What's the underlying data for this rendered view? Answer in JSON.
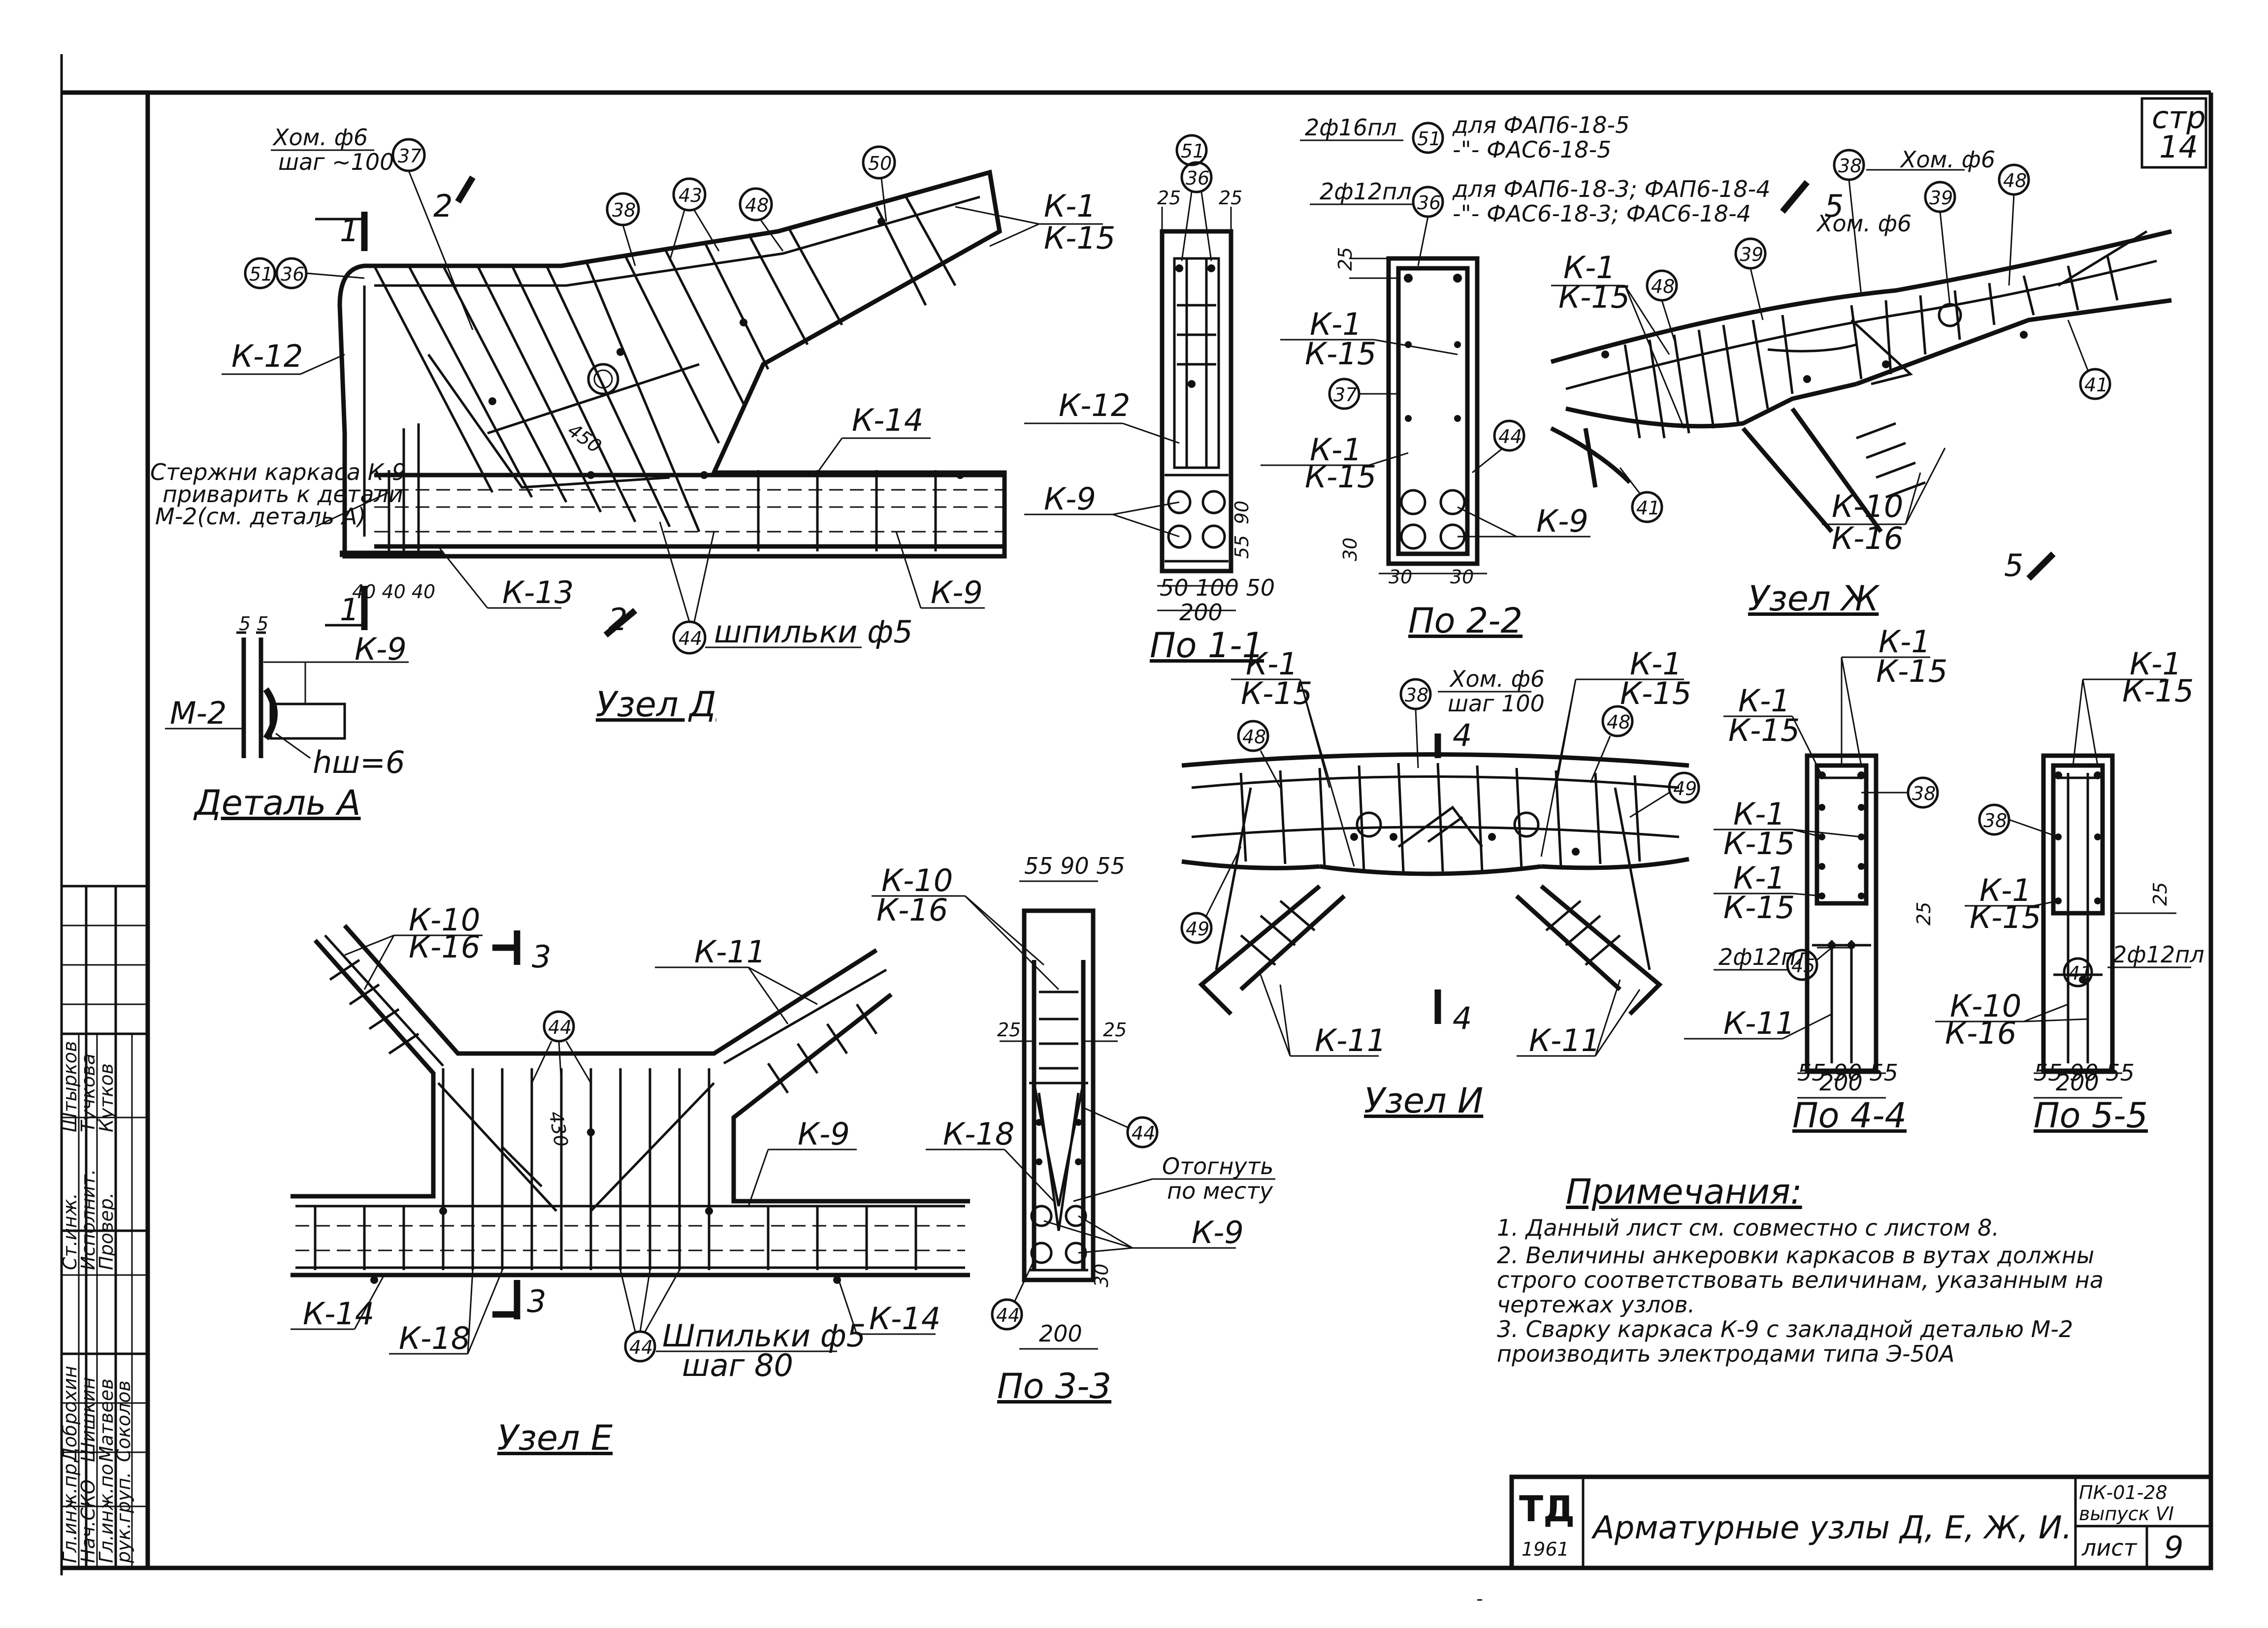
{
  "sheet": {
    "number_label": "стр",
    "number": "14",
    "drawing_title": "Арматурные узлы Д, Е, Ж, И.",
    "stamp_logo": "ТД",
    "stamp_year": "1961",
    "series_code": "ПК-01-28",
    "issue": "выпуск VI",
    "list_label": "лист",
    "list_number": "9"
  },
  "titleblock": {
    "roles": [
      "Гл.инж.пр.",
      "Нач.СКО",
      "Гл.инж.по",
      "рук.груп.",
      "Ст.инж.",
      "Исполнит.",
      "Провер."
    ],
    "names": [
      "Доброхин",
      "Шишкин",
      "Матвеев",
      "Соколов",
      "Штырков",
      "Тучкова",
      "Кутков"
    ]
  },
  "notes": {
    "heading": "Примечания:",
    "items": [
      "1. Данный лист см. совместно с листом 8.",
      "2. Величины анкеровки каркасов в вутах должны строго соответствовать величинам, указанным на чертежах узлов.",
      "3. Сварку каркаса К-9 с закладной деталью М-2 производить электродами типа Э-50А"
    ]
  },
  "node_d": {
    "title": "Узел Д",
    "clamp_note": "Хом. ф6",
    "clamp_step": "шаг ~100",
    "rods_note_1": "Стержни каркаса К-9",
    "rods_note_2": "приварить к детали",
    "rods_note_3": "М-2(см. деталь А)",
    "pins_note": "шпильки ф5",
    "dims": "40 40 40",
    "dim_450": "450",
    "callouts": [
      "37",
      "38",
      "43",
      "48",
      "50",
      "51",
      "36",
      "44"
    ],
    "labels": [
      "К-1",
      "К-15",
      "К-12",
      "К-14",
      "К-13",
      "К-9"
    ],
    "section_marks": [
      "1",
      "1",
      "2",
      "2"
    ]
  },
  "detail_a": {
    "title": "Деталь А",
    "m2": "М-2",
    "k9": "К-9",
    "weld": "hш=6",
    "dim": "5 5"
  },
  "section_1_1": {
    "title": "По 1-1",
    "dims_top": [
      "25",
      "25"
    ],
    "dims_bottom": "50 100 50",
    "width": "200",
    "side_dims": [
      "90",
      "55"
    ],
    "callouts": [
      "51",
      "36"
    ],
    "labels": [
      "К-12",
      "К-9"
    ]
  },
  "section_2_2": {
    "title": "По 2-2",
    "line1_a": "2ф16пл",
    "line1_b": "для ФАП6-18-5",
    "line1_c": "-\"- ФАС6-18-5",
    "line2_a": "2ф12пл",
    "line2_b": "для ФАП6-18-3; ФАП6-18-4",
    "line2_c": "-\"- ФАС6-18-3; ФАС6-18-4",
    "dim_top": "25",
    "dims_bottom": [
      "30",
      "30",
      "30"
    ],
    "callouts": [
      "51",
      "36",
      "37",
      "44"
    ],
    "labels": [
      "К-1",
      "К-15",
      "К-9"
    ]
  },
  "node_zh": {
    "title": "Узел Ж",
    "clamp_note": "Хом. ф6",
    "clamp_note_2": "Хом. ф6",
    "callouts": [
      "38",
      "39",
      "48",
      "39",
      "48",
      "41",
      "41"
    ],
    "labels": [
      "К-1",
      "К-15",
      "К-10",
      "К-16"
    ],
    "section_marks": [
      "5",
      "5"
    ]
  },
  "node_e": {
    "title": "Узел Е",
    "pins_note": "Шпильки ф5",
    "pins_step": "шаг 80",
    "dim_430": "430",
    "callouts": [
      "44",
      "44"
    ],
    "labels": [
      "К-10",
      "К-16",
      "К-11",
      "К-9",
      "К-14",
      "К-18",
      "К-14"
    ],
    "section_marks": [
      "3",
      "3"
    ]
  },
  "section_3_3": {
    "title": "По 3-3",
    "dims_top": "55 90 55",
    "dims_25": [
      "25",
      "25"
    ],
    "width": "200",
    "dim_30": "30",
    "bend_note_1": "Отогнуть",
    "bend_note_2": "по месту",
    "callouts": [
      "44",
      "44"
    ],
    "labels": [
      "К-10",
      "К-16",
      "К-18",
      "К-9"
    ]
  },
  "node_i": {
    "title": "Узел И",
    "clamp_note": "Хом. ф6",
    "clamp_step": "шаг 100",
    "callouts": [
      "38",
      "48",
      "48",
      "49",
      "49"
    ],
    "labels": [
      "К-1",
      "К-15",
      "К-1",
      "К-15",
      "К-11",
      "К-11"
    ],
    "section_marks": [
      "4",
      "4"
    ]
  },
  "section_4_4": {
    "title": "По 4-4",
    "rebar_note": "2ф12пл",
    "dims_bottom": "55 90 55",
    "width": "200",
    "dim_25": "25",
    "callouts": [
      "38",
      "45"
    ],
    "labels": [
      "К-1",
      "К-15",
      "К-1",
      "К-15",
      "К-1",
      "К-15",
      "К-1",
      "К-15",
      "К-11"
    ]
  },
  "section_5_5": {
    "title": "По 5-5",
    "rebar_note": "2ф12пл",
    "dims_bottom": "55 90 55",
    "width": "200",
    "dim_25": "25",
    "callouts": [
      "38",
      "41"
    ],
    "labels": [
      "К-1",
      "К-15",
      "К-1",
      "К-15",
      "К-10",
      "К-16"
    ]
  }
}
